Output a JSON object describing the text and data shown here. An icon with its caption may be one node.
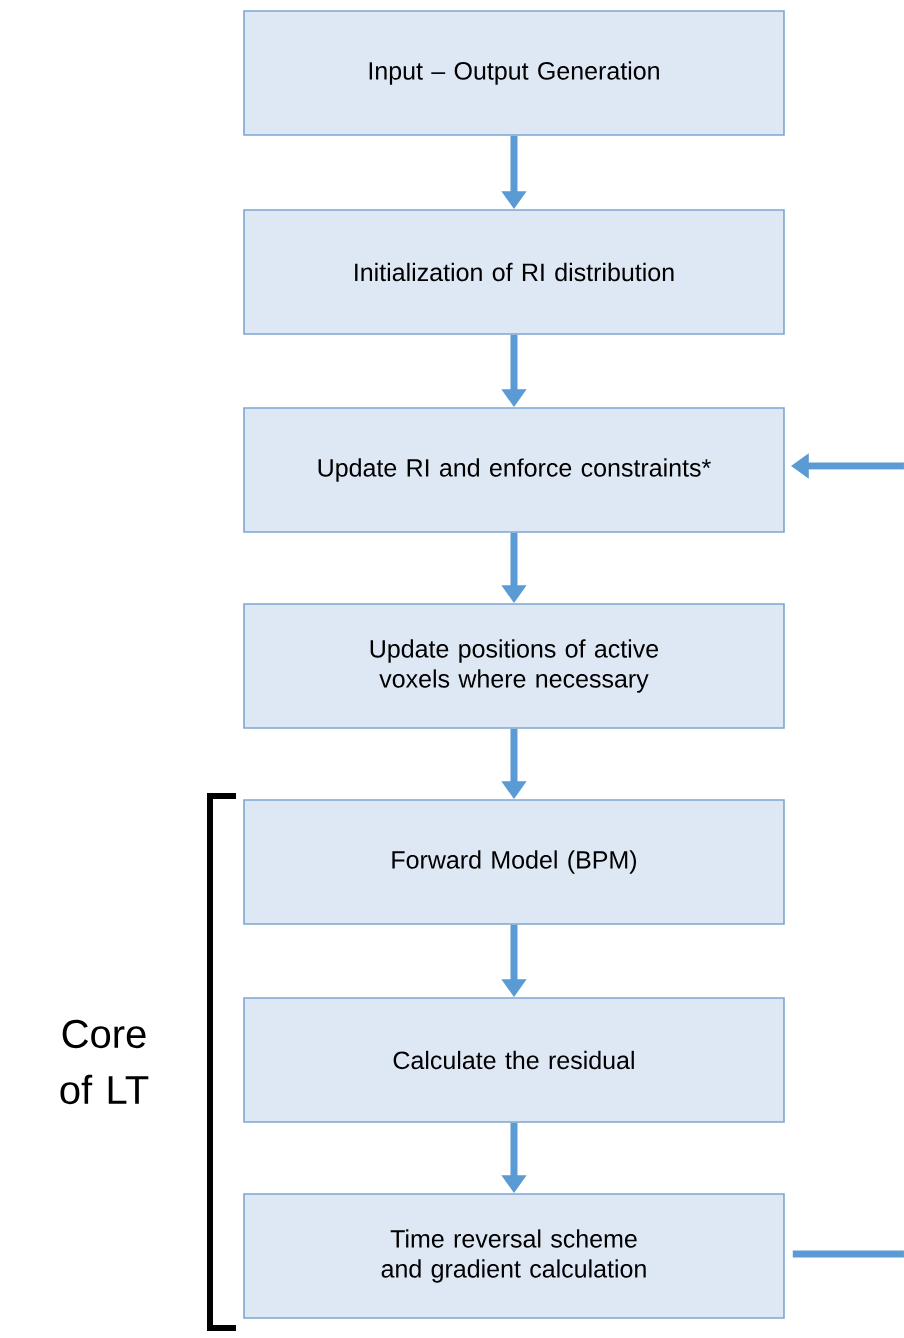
{
  "diagram": {
    "nodes": [
      {
        "text": [
          "Input – Output Generation"
        ]
      },
      {
        "text": [
          "Initialization of RI distribution"
        ]
      },
      {
        "text": [
          "Update RI and enforce constraints*"
        ]
      },
      {
        "text": [
          "Update positions of active voxels where necessary"
        ]
      },
      {
        "text": [
          "Forward Model (BPM)"
        ]
      },
      {
        "text": [
          "Calculate the residual"
        ]
      },
      {
        "text": [
          "Time reversal scheme and gradient calculation"
        ]
      }
    ],
    "edges": [
      {
        "from": 0,
        "to": 1,
        "arrow": "to"
      },
      {
        "from": 1,
        "to": 2,
        "arrow": "to"
      },
      {
        "from": 2,
        "to": 3,
        "arrow": "to"
      },
      {
        "from": 3,
        "to": 4,
        "arrow": "to"
      },
      {
        "from": 4,
        "to": 5,
        "arrow": "to"
      },
      {
        "from": 5,
        "to": 6,
        "arrow": "to"
      },
      {
        "from": null,
        "to": 2,
        "arrow": "to"
      },
      {
        "from": 6,
        "to": null,
        "arrow": "none"
      }
    ],
    "labels": [
      "Core of LT"
    ]
  }
}
